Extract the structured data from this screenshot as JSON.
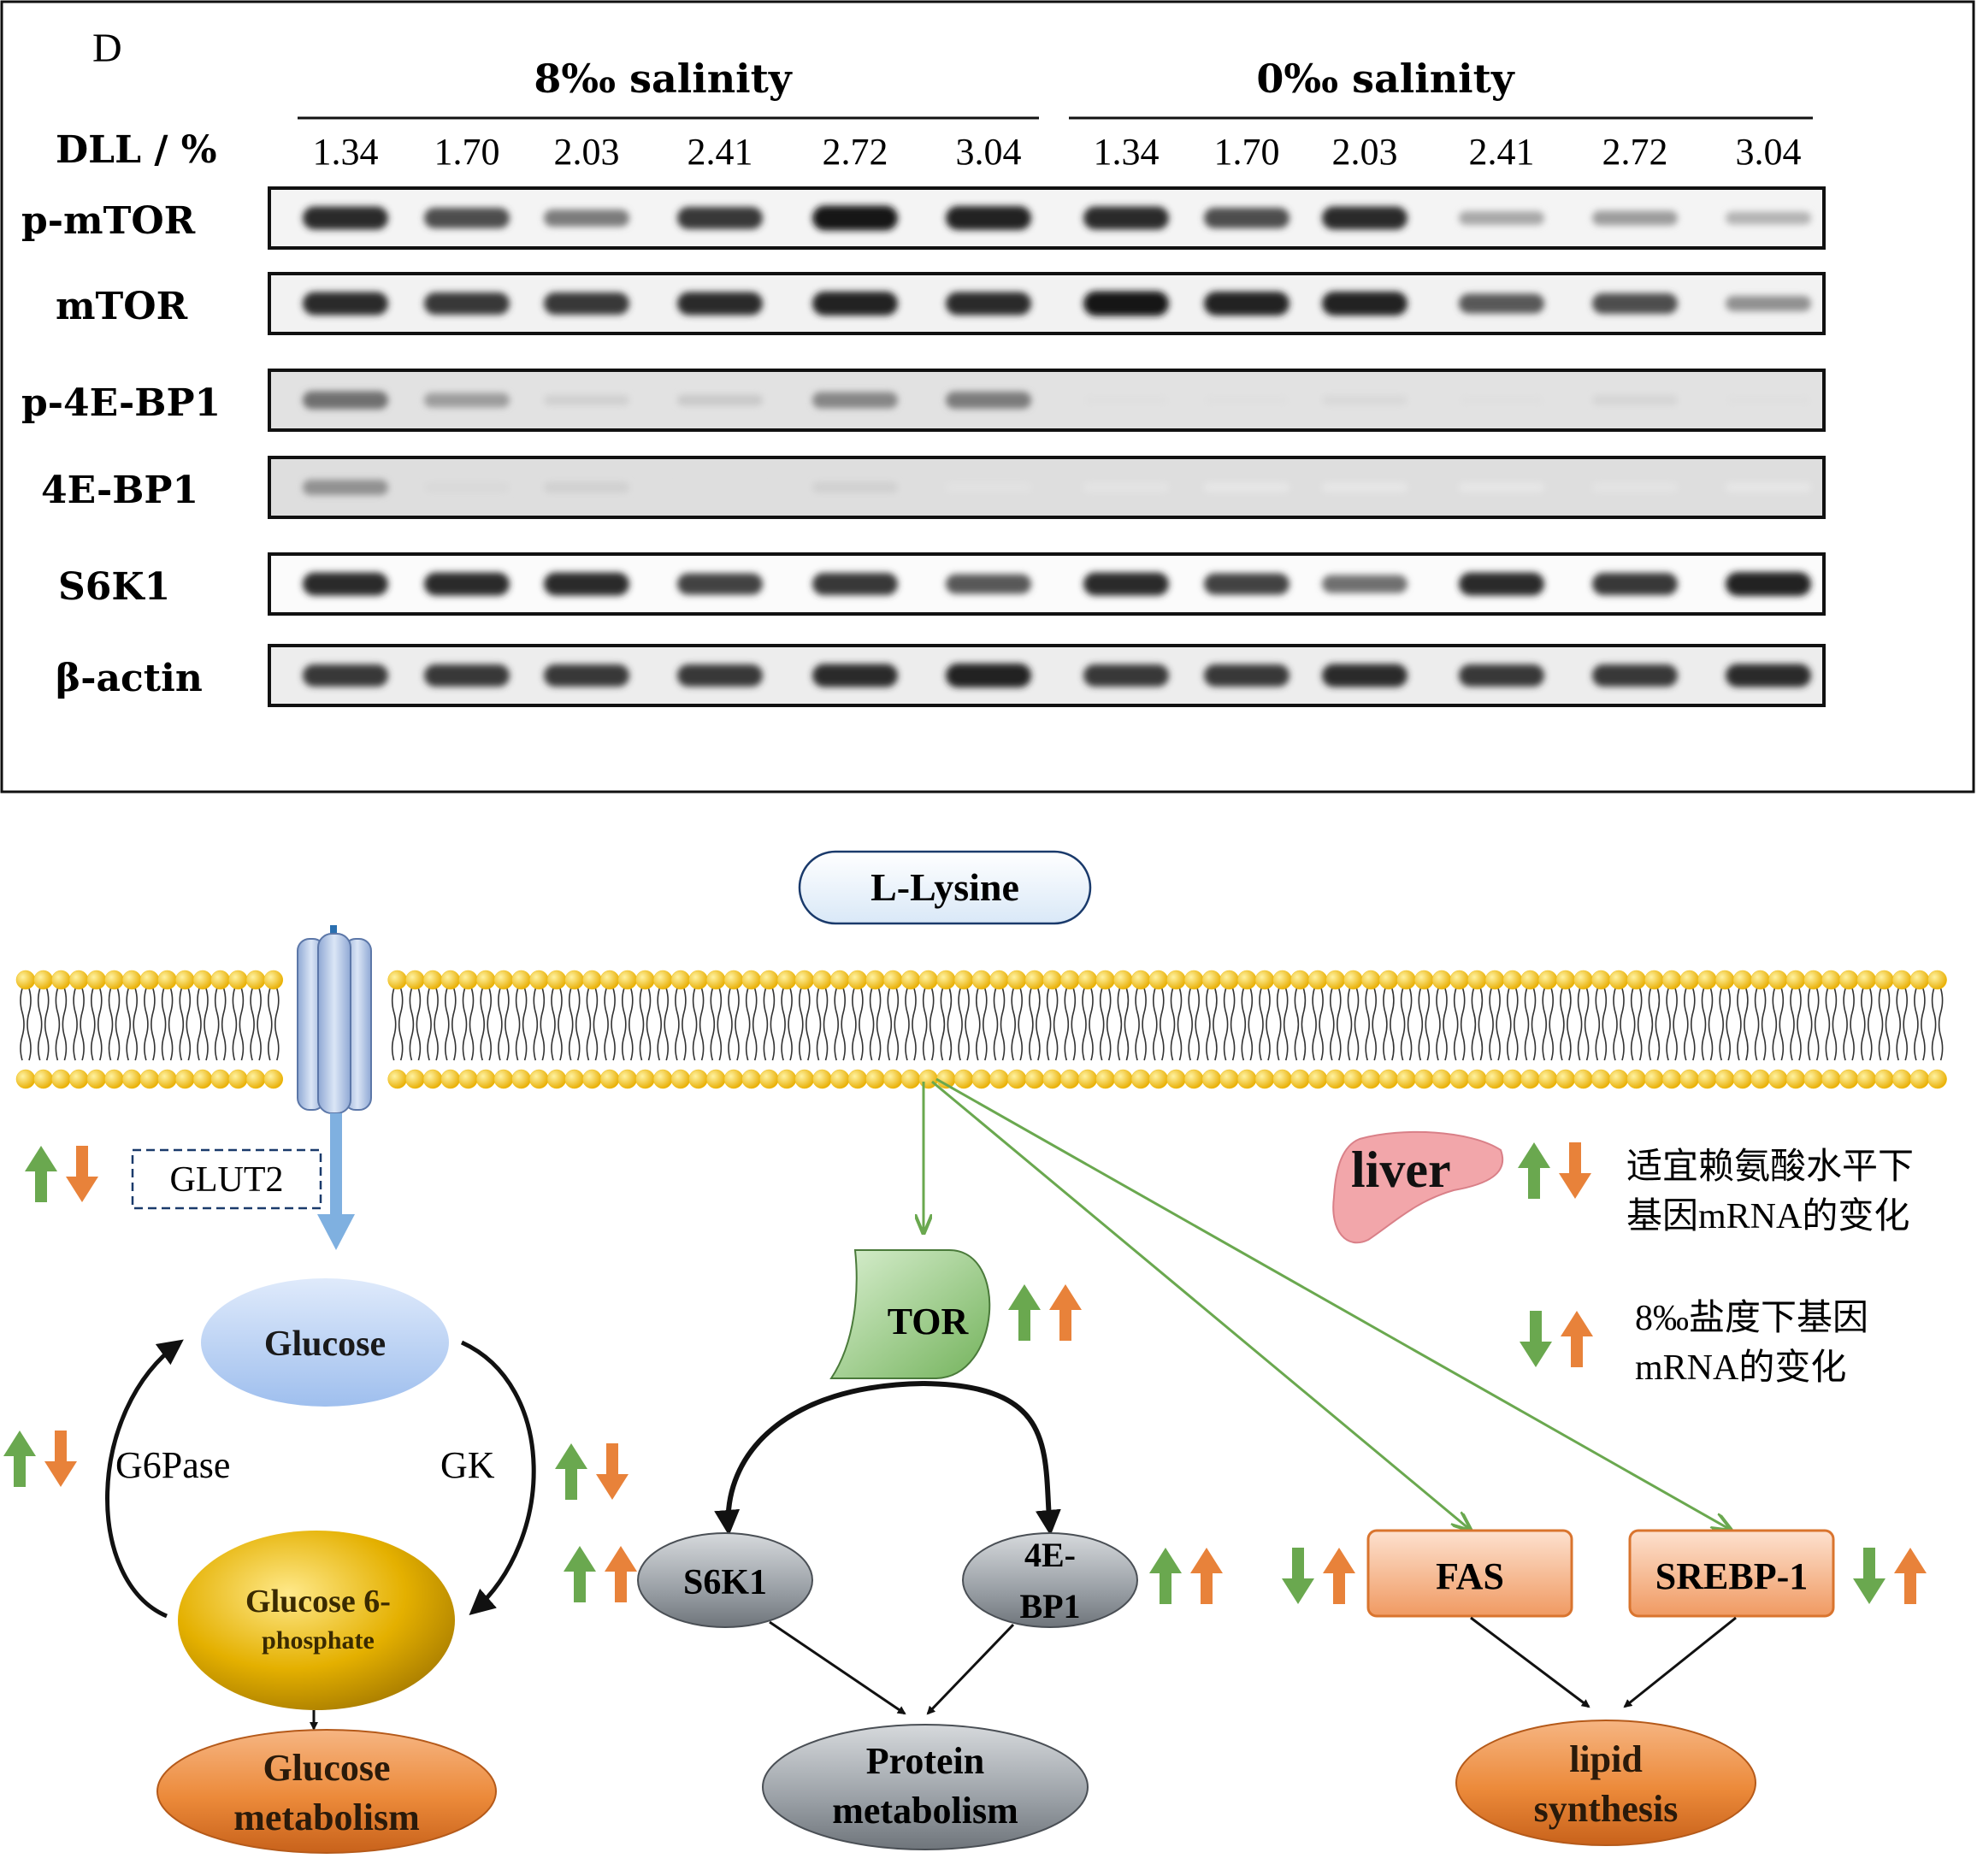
{
  "blot": {
    "panel_label": "D",
    "group_left": "8‰ salinity",
    "group_right": "0‰ salinity",
    "row_header": "DLL / %",
    "lane_labels": [
      "1.34",
      "1.70",
      "2.03",
      "2.41",
      "2.72",
      "3.04",
      "1.34",
      "1.70",
      "2.03",
      "2.41",
      "2.72",
      "3.04"
    ],
    "rows": [
      {
        "label": "p-mTOR",
        "intensity": [
          0.85,
          0.7,
          0.5,
          0.8,
          0.95,
          0.9,
          0.85,
          0.7,
          0.85,
          0.3,
          0.35,
          0.25
        ]
      },
      {
        "label": "mTOR",
        "intensity": [
          0.85,
          0.8,
          0.8,
          0.85,
          0.9,
          0.85,
          0.95,
          0.9,
          0.9,
          0.65,
          0.7,
          0.4
        ]
      },
      {
        "label": "p-4E-BP1",
        "intensity": [
          0.55,
          0.35,
          0.12,
          0.15,
          0.45,
          0.5,
          0.05,
          0.05,
          0.08,
          0.05,
          0.1,
          0.05
        ]
      },
      {
        "label": "4E-BP1",
        "intensity": [
          0.4,
          0.08,
          0.12,
          0.06,
          0.12,
          0.04,
          0.03,
          0.02,
          0.02,
          0.02,
          0.03,
          0.02
        ]
      },
      {
        "label": "S6K1",
        "intensity": [
          0.85,
          0.85,
          0.85,
          0.75,
          0.8,
          0.65,
          0.85,
          0.75,
          0.55,
          0.85,
          0.8,
          0.9
        ]
      },
      {
        "label": "β-actin",
        "intensity": [
          0.8,
          0.8,
          0.8,
          0.8,
          0.85,
          0.9,
          0.8,
          0.8,
          0.85,
          0.8,
          0.8,
          0.85
        ]
      }
    ]
  },
  "pathway": {
    "ligand": "L-Lysine",
    "transporter": "GLUT2",
    "glucose": "Glucose",
    "g6pase": "G6Pase",
    "gk": "GK",
    "g6p_line1": "Glucose 6-",
    "g6p_line2": "phosphate",
    "glucose_metabolism": [
      "Glucose",
      "metabolism"
    ],
    "tor": "TOR",
    "s6k1": "S6K1",
    "ebp1": [
      "4E-",
      "BP1"
    ],
    "protein_metabolism": [
      "Protein",
      "metabolism"
    ],
    "fas": "FAS",
    "srebp": "SREBP-1",
    "lipid_synthesis": [
      "lipid",
      "synthesis"
    ],
    "liver": "liver",
    "legend_green": [
      "适宜赖氨酸水平下",
      "基因mRNA的变化"
    ],
    "legend_orange": [
      "8‰盐度下基因",
      "mRNA的变化"
    ],
    "colors": {
      "green_arrow": "#6aa84f",
      "orange_arrow": "#e8823a",
      "membrane_head": "#f2c012",
      "glucose_fill": "#bcd4f2",
      "g6p_fill": "#e0b000",
      "metabolism_fill": "#ec8a3a",
      "tor_fill": "#9ccf8c",
      "grey_node": "#9aa0a6",
      "lipid_box": "#f4b08a"
    }
  }
}
